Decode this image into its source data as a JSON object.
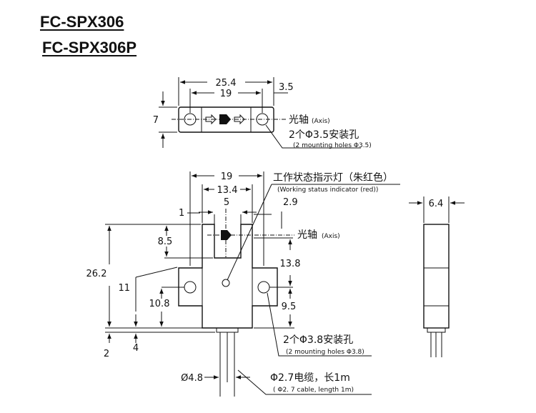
{
  "titles": [
    "FC-SPX306",
    "FC-SPX306P"
  ],
  "top_view": {
    "dim_overall_width": "25.4",
    "dim_hole_spacing": "19",
    "dim_edge": "3.5",
    "dim_height": "7",
    "axis_label_cn": "光轴",
    "axis_label_en": "(Axis)",
    "holes_label_cn": "2个Φ3.5安装孔",
    "holes_label_en": "(2  mounting holes Φ3.5)"
  },
  "front_view": {
    "dim_19": "19",
    "dim_13_4": "13.4",
    "dim_5": "5",
    "dim_1": "1",
    "dim_2_9": "2.9",
    "dim_8_5": "8.5",
    "dim_26_2": "26.2",
    "dim_11": "11",
    "dim_10_8": "10.8",
    "dim_13_8": "13.8",
    "dim_9_5": "9.5",
    "dim_2": "2",
    "dim_4": "4",
    "dim_4_8": "Ø4.8",
    "indicator_cn": "工作状态指示灯（朱红色）",
    "indicator_en": "(Working status indicator (red))",
    "axis_label_cn": "光轴",
    "axis_label_en": "(Axis)",
    "holes_label_cn": "2个Φ3.8安装孔",
    "holes_label_en": "(2  mounting holes Φ3.8)",
    "cable_cn": "Φ2.7电缆，长1m",
    "cable_en": "( Φ2. 7  cable, length 1m)"
  },
  "side_view": {
    "dim_6_4": "6.4"
  }
}
